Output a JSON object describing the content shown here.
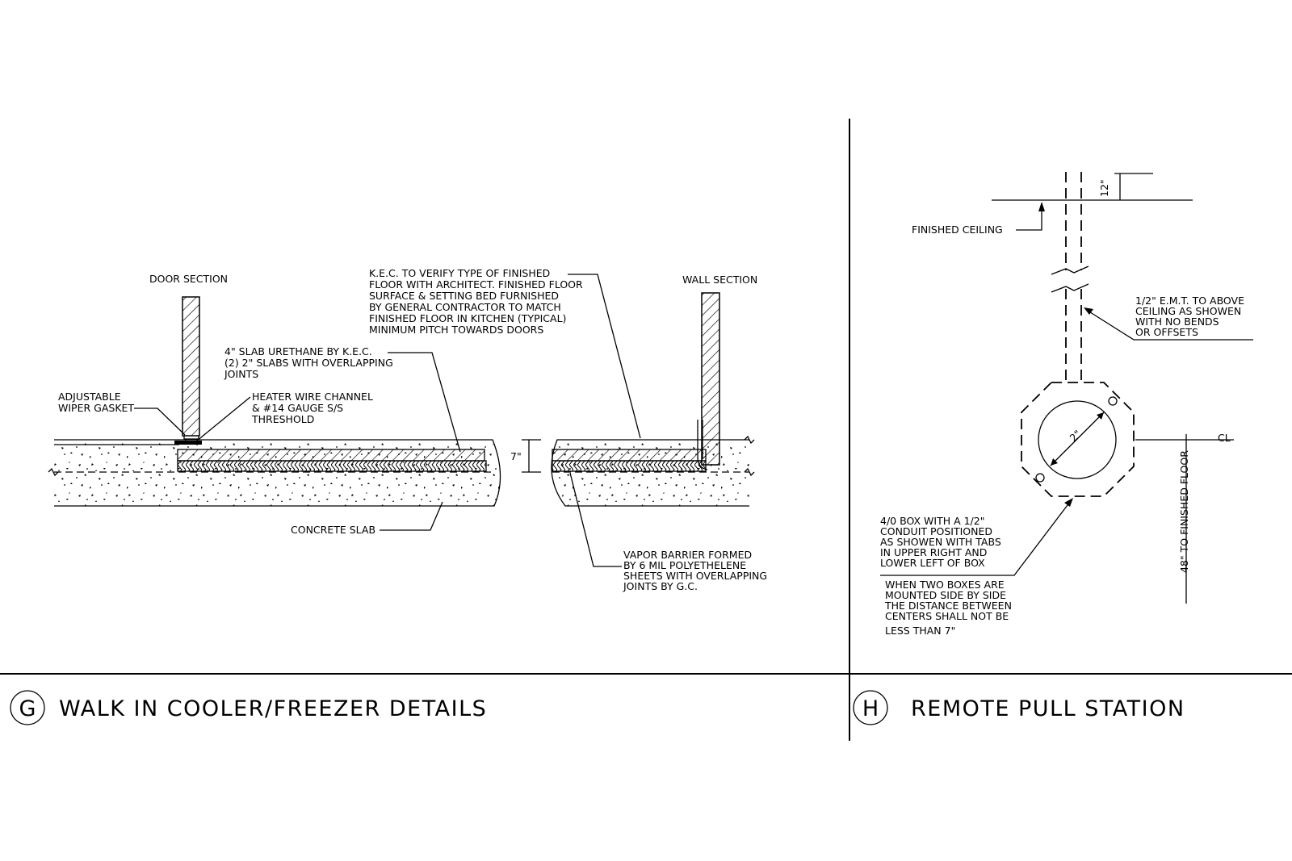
{
  "detail_g": {
    "door_section": "DOOR SECTION",
    "wall_section": "WALL SECTION",
    "kec_note": [
      "K.E.C. TO VERIFY TYPE OF FINISHED",
      "FLOOR WITH ARCHITECT. FINISHED FLOOR",
      "SURFACE & SETTING BED FURNISHED",
      "BY GENERAL CONTRACTOR TO MATCH",
      "FINISHED FLOOR IN KITCHEN (TYPICAL)",
      "MINIMUM PITCH TOWARDS DOORS"
    ],
    "slab_note": [
      "4\" SLAB URETHANE BY K.E.C.",
      "(2) 2\" SLABS WITH OVERLAPPING",
      "JOINTS"
    ],
    "gasket_note": [
      "ADJUSTABLE",
      "WIPER GASKET"
    ],
    "heater_note": [
      "HEATER WIRE CHANNEL",
      "& #14 GAUGE S/S",
      "THRESHOLD"
    ],
    "dimension": "7\"",
    "concrete_note": "CONCRETE SLAB",
    "vapor_note": [
      "VAPOR BARRIER FORMED",
      "BY 6 MIL POLYETHELENE",
      "SHEETS WITH OVERLAPPING",
      "JOINTS BY G.C."
    ],
    "tag": "G",
    "title": "WALK IN COOLER/FREEZER DETAILS"
  },
  "detail_h": {
    "dim_top": "12\"",
    "finished_ceiling": "FINISHED CEILING",
    "emt_note": [
      "1/2\" E.M.T. TO ABOVE",
      "CEILING AS SHOWEN",
      "WITH NO BENDS",
      "OR OFFSETS"
    ],
    "circle_dim": "2\"",
    "centerline": "CL",
    "floor_dim": "48\" TO FINISHED FLOOR",
    "box_note": [
      "4/0 BOX WITH A 1/2\"",
      "CONDUIT POSITIONED",
      "AS SHOWEN WITH TABS",
      "IN UPPER RIGHT AND",
      "LOWER LEFT OF BOX"
    ],
    "boxes_note": [
      "WHEN TWO BOXES ARE",
      "MOUNTED SIDE BY SIDE",
      "THE DISTANCE BETWEEN",
      "CENTERS SHALL NOT BE",
      "LESS THAN 7\""
    ],
    "tag": "H",
    "title": "REMOTE PULL STATION"
  }
}
